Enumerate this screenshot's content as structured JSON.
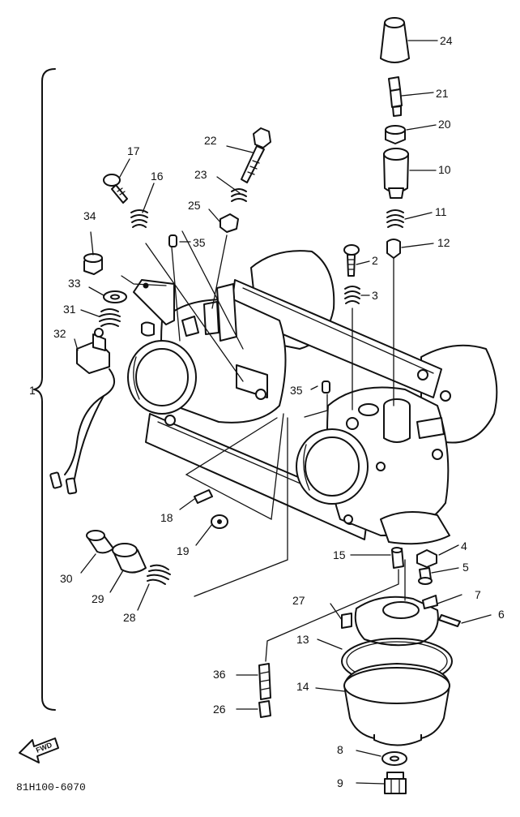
{
  "drawing_code": "81H100-6070",
  "arrow_text": "FWD",
  "assembly_label": "1",
  "labels": {
    "p2": "2",
    "p3": "3",
    "p4": "4",
    "p5": "5",
    "p6": "6",
    "p7": "7",
    "p8": "8",
    "p9": "9",
    "p10": "10",
    "p11": "11",
    "p12": "12",
    "p13": "13",
    "p14": "14",
    "p15": "15",
    "p16": "16",
    "p17": "17",
    "p18": "18",
    "p19": "19",
    "p20": "20",
    "p21": "21",
    "p22": "22",
    "p23": "23",
    "p24": "24",
    "p25": "25",
    "p26": "26",
    "p27": "27",
    "p28": "28",
    "p29": "29",
    "p30": "30",
    "p31": "31",
    "p32": "32",
    "p33": "33",
    "p34": "34",
    "p35a": "35",
    "p35b": "35",
    "p36": "36"
  }
}
